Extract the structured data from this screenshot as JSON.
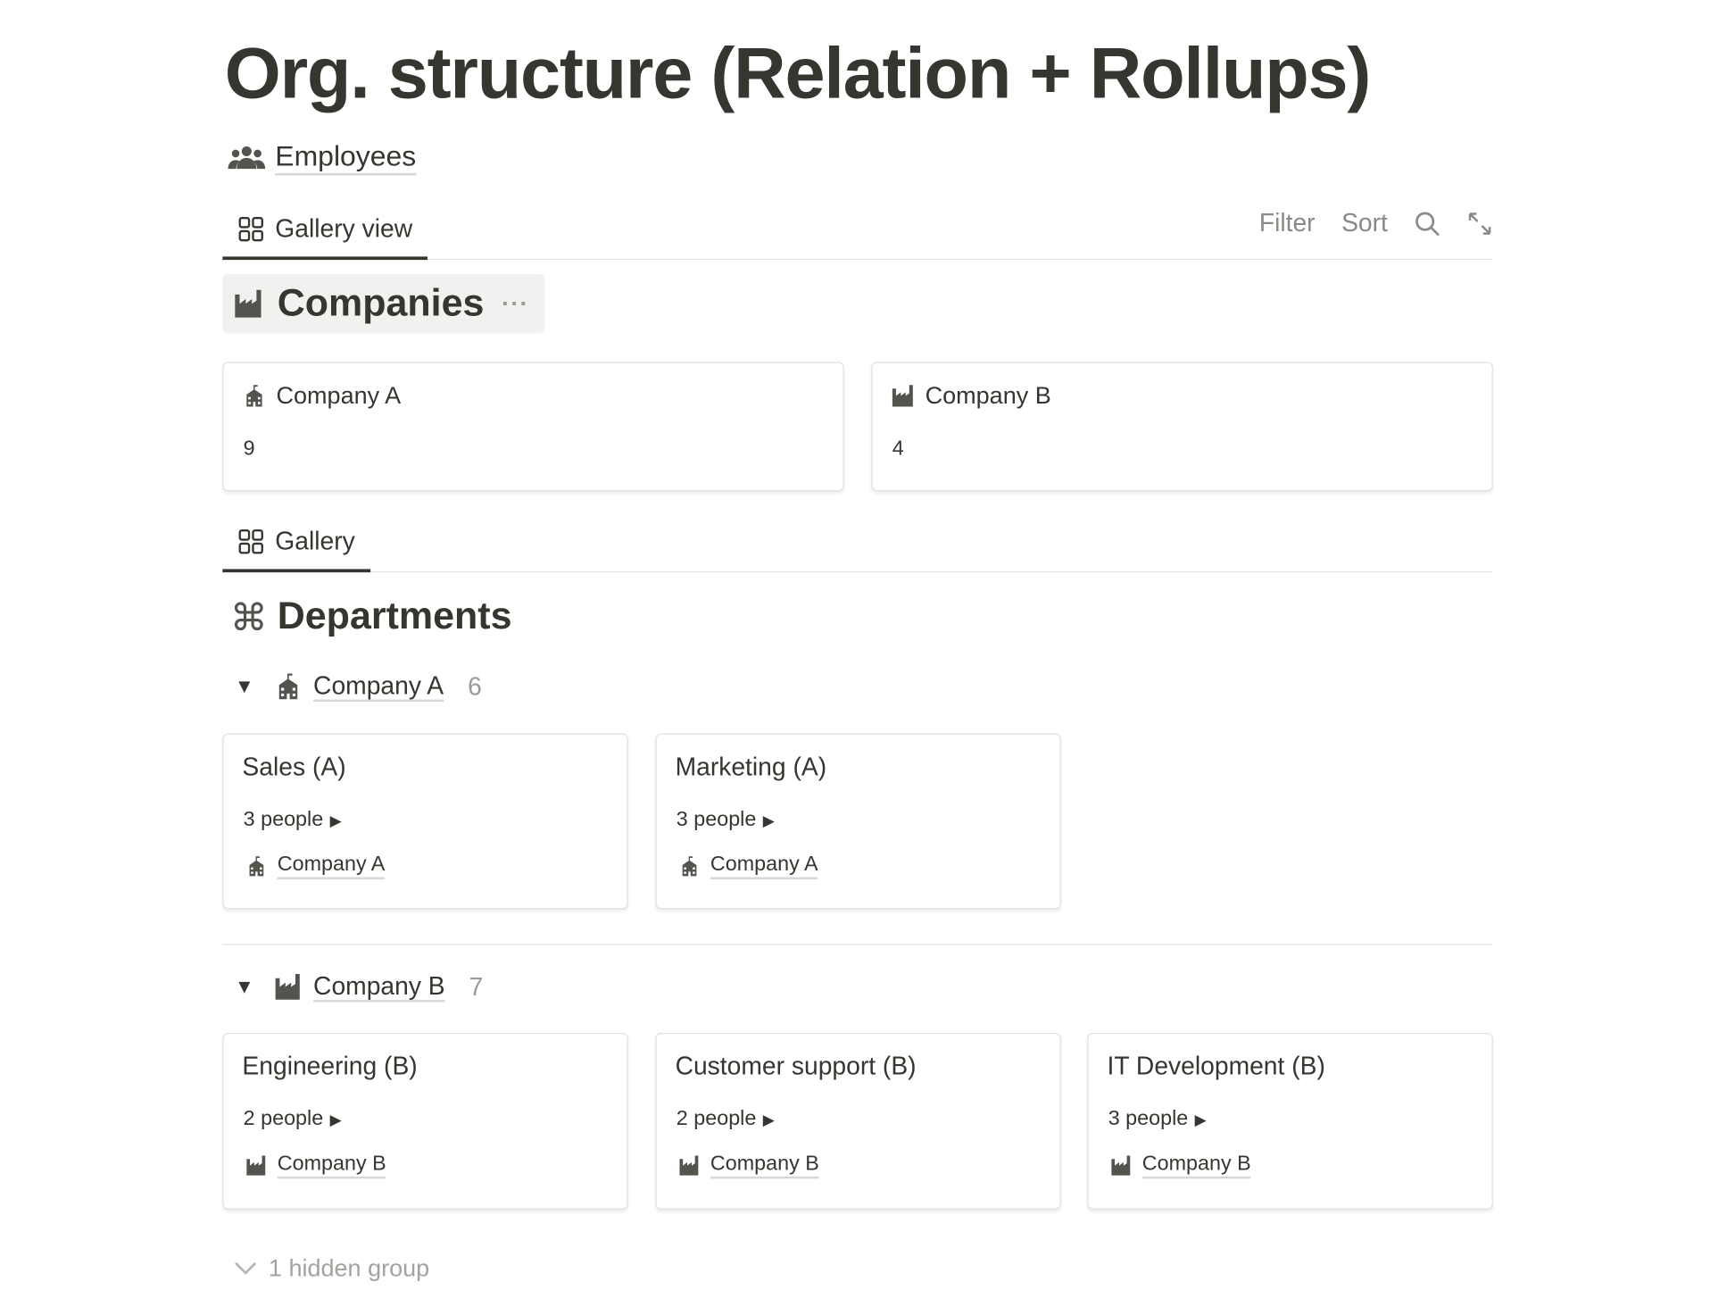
{
  "page": {
    "title": "Org. structure (Relation + Rollups)"
  },
  "linked_db": {
    "icon": "people-icon",
    "label": "Employees"
  },
  "view_tab_1": {
    "icon": "gallery-grid-icon",
    "label": "Gallery view"
  },
  "toolbar": {
    "filter": "Filter",
    "sort": "Sort",
    "search_icon": "search-icon",
    "expand_icon": "expand-arrows-icon"
  },
  "companies": {
    "icon": "factory-icon",
    "title": "Companies",
    "more": "···",
    "cards": [
      {
        "icon": "school-building-icon",
        "name": "Company A",
        "value": "9"
      },
      {
        "icon": "factory-icon",
        "name": "Company B",
        "value": "4"
      }
    ]
  },
  "view_tab_2": {
    "icon": "gallery-grid-icon",
    "label": "Gallery"
  },
  "departments": {
    "icon": "command-icon",
    "title": "Departments",
    "groups": [
      {
        "icon": "school-building-icon",
        "name": "Company A",
        "count": "6",
        "cards": [
          {
            "name": "Sales (A)",
            "people": "3 people",
            "company": "Company A"
          },
          {
            "name": "Marketing (A)",
            "people": "3 people",
            "company": "Company A"
          }
        ]
      },
      {
        "icon": "factory-icon",
        "name": "Company B",
        "count": "7",
        "cards": [
          {
            "name": "Engineering (B)",
            "people": "2 people",
            "company": "Company B"
          },
          {
            "name": "Customer support (B)",
            "people": "2 people",
            "company": "Company B"
          },
          {
            "name": "IT Development (B)",
            "people": "3 people",
            "company": "Company B"
          }
        ]
      }
    ],
    "hidden_groups": "1 hidden group"
  },
  "colors": {
    "text": "#37352f",
    "muted": "#9b9a97",
    "header_bg": "#f1f1ef",
    "border": "#e2e1de"
  }
}
